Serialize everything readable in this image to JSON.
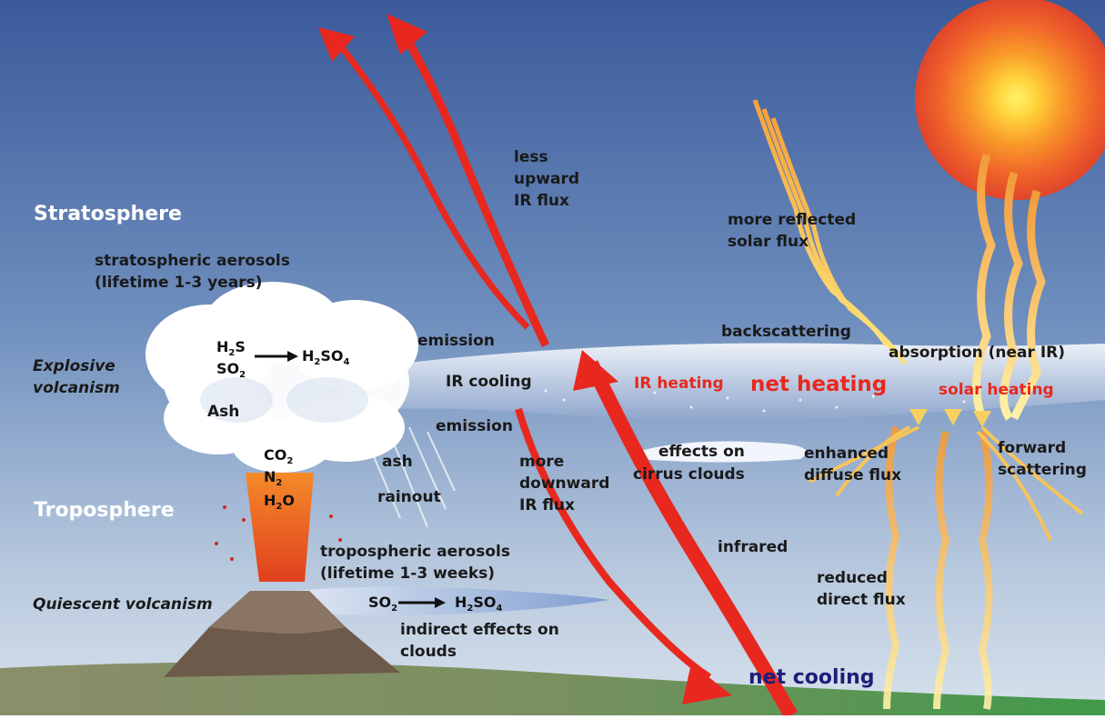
{
  "layers": {
    "stratosphere": "Stratosphere",
    "troposphere": "Troposphere"
  },
  "volcano": {
    "explosive_line1": "Explosive",
    "explosive_line2": "volcanism",
    "quiescent": "Quiescent volcanism",
    "ash_cloud": "Ash",
    "strat_aerosols_line1": "stratospheric aerosols",
    "strat_aerosols_line2": "(lifetime 1-3 years)",
    "trop_aerosols_line1": "tropospheric aerosols",
    "trop_aerosols_line2": "(lifetime 1-3 weeks)",
    "indirect_line1": "indirect effects on",
    "indirect_line2": "clouds",
    "ash_fall": "ash",
    "rainout": "rainout"
  },
  "chemistry": {
    "h2s": "H",
    "h2s_sub": "2",
    "h2s_tail": "S",
    "so2": "SO",
    "so2_sub": "2",
    "h2so4": "H",
    "h2so4_sub": "2",
    "h2so4_mid": "SO",
    "h2so4_sub2": "4",
    "co2": "CO",
    "co2_sub": "2",
    "n2": "N",
    "n2_sub": "2",
    "h2o": "H",
    "h2o_sub": "2",
    "h2o_tail": "O",
    "trop_so2": "SO",
    "trop_so2_sub": "2",
    "trop_h2so4": "H",
    "trop_h2so4_sub": "2",
    "trop_h2so4_mid": "SO",
    "trop_h2so4_sub2": "4"
  },
  "infrared": {
    "less_line1": "less",
    "less_line2": "upward",
    "less_line3": "IR flux",
    "emission_top": "emission",
    "ir_cooling": "IR cooling",
    "emission_bottom": "emission",
    "more_line1": "more",
    "more_line2": "downward",
    "more_line3": "IR flux",
    "infrared": "infrared",
    "ir_heating": "IR heating",
    "net_heating": "net heating",
    "net_cooling": "net cooling"
  },
  "solar": {
    "reflected_line1": "more reflected",
    "reflected_line2": "solar flux",
    "backscattering": "backscattering",
    "absorption": "absorption (near IR)",
    "solar_heating": "solar heating",
    "diffuse_line1": "enhanced",
    "diffuse_line2": "diffuse flux",
    "forward_line1": "forward",
    "forward_line2": "scattering",
    "direct_line1": "reduced",
    "direct_line2": "direct flux",
    "cirrus_line1": "effects on",
    "cirrus_line2": "cirrus clouds"
  },
  "colors": {
    "sky_top": "#3c5a9c",
    "sky_bottom": "#c9d7e6",
    "ir_red": "#e8281e",
    "net_cooling": "#1e1e78",
    "solar_yellow": "#f7d060",
    "lava": "#e85a1e"
  }
}
